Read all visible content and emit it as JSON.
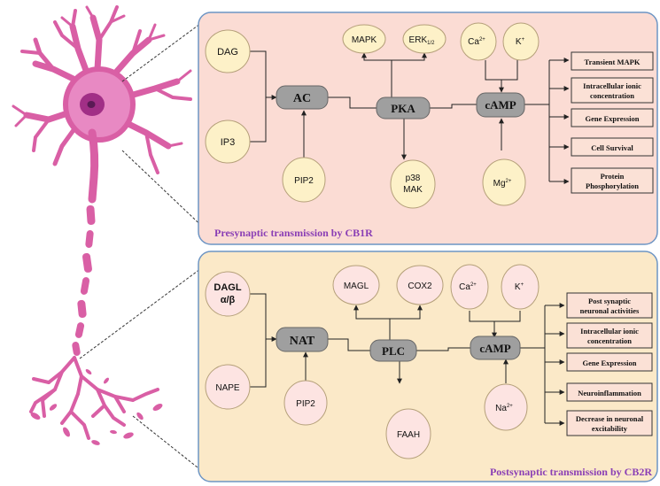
{
  "colors": {
    "neuron": "#d95fa5",
    "neuron_soma": "#e889c3",
    "nucleus": "#a12f86",
    "nucleolus": "#5a1a55",
    "panel_top_fill": "#fbdcd4",
    "panel_bottom_fill": "#fbe9c8",
    "panel_border": "#6d95c4",
    "circle_fill_top": "#fdf1c8",
    "circle_fill_bottom": "#fde4e2",
    "circle_stroke": "#b5a07a",
    "node_fill": "#9f9f9f",
    "box_fill": "#fbe1d6",
    "title_color": "#8a3eb5"
  },
  "top_panel": {
    "title": "Presynaptic transmission by CB1R",
    "circles": {
      "dag": "DAG",
      "ip3": "IP3",
      "pip2": "PIP2",
      "mapk": "MAPK",
      "erk": "ERK",
      "erk_sub": "1/2",
      "ca": "Ca",
      "ca_sup": "2+",
      "k": "K",
      "k_sup": "+",
      "p38_line1": "p38",
      "p38_line2": "MAK",
      "mg": "Mg",
      "mg_sup": "2+"
    },
    "nodes": {
      "ac": "AC",
      "pka": "PKA",
      "camp": "cAMP"
    },
    "outcomes": {
      "o1": "Transient MAPK",
      "o2_line1": "Intracellular  ionic",
      "o2_line2": "concentration",
      "o3": "Gene  Expression",
      "o4": "Cell Survival",
      "o5_line1": "Protein",
      "o5_line2": "Phosphorylation"
    }
  },
  "bottom_panel": {
    "title": "Postsynaptic transmission by CB2R",
    "circles": {
      "dagl_line1": "DAGL",
      "dagl_line2": "α/β",
      "nape": "NAPE",
      "pip2": "PIP2",
      "magl": "MAGL",
      "cox2": "COX2",
      "ca": "Ca",
      "ca_sup": "2+",
      "k": "K",
      "k_sup": "+",
      "faah": "FAAH",
      "na": "Na",
      "na_sup": "2+"
    },
    "nodes": {
      "nat": "NAT",
      "plc": "PLC",
      "camp": "cAMP"
    },
    "outcomes": {
      "o1_line1": "Post synaptic",
      "o1_line2": "neuronal activities",
      "o2_line1": "Intracellular  ionic",
      "o2_line2": "concentration",
      "o3": "Gene Expression",
      "o4": "Neuroinflammation",
      "o5_line1": "Decrease in neuronal",
      "o5_line2": "excitability"
    }
  }
}
